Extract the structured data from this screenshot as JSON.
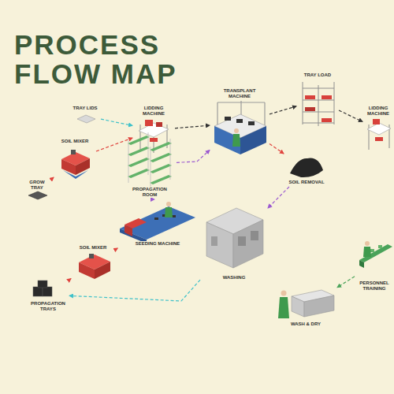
{
  "diagram": {
    "title": "PROCESS FLOW MAP",
    "nodes": [
      {
        "text": [
          "TRAY LIDS"
        ]
      },
      {
        "text": [
          "LIDDING MACHINE"
        ]
      },
      {
        "text": [
          "TRANSPLANT MACHINE"
        ]
      },
      {
        "text": [
          "TRAY LOAD"
        ]
      },
      {
        "text": [
          "LIDDING MACHINE"
        ]
      },
      {
        "text": [
          "SOIL MIXER"
        ]
      },
      {
        "text": [
          "PROPAGATION ROOM"
        ]
      },
      {
        "text": [
          "GROW TRAY"
        ]
      },
      {
        "text": [
          "SOIL REMOVAL"
        ]
      },
      {
        "text": [
          "SOIL MIXER"
        ]
      },
      {
        "text": [
          "SEEDING MACHINE"
        ]
      },
      {
        "text": [
          "WASHING"
        ]
      },
      {
        "text": [
          "PROPAGATION TRAYS"
        ]
      },
      {
        "text": [
          "WASH & DRY"
        ]
      },
      {
        "text": [
          "PERSONNEL TRAINING"
        ]
      }
    ],
    "edges": [
      {
        "from": 0,
        "to": 1,
        "arrow": "to"
      },
      {
        "from": 1,
        "to": 2,
        "arrow": "to"
      },
      {
        "from": 2,
        "to": 3,
        "arrow": "to"
      },
      {
        "from": 3,
        "to": 4,
        "arrow": "to"
      },
      {
        "from": 7,
        "to": 5,
        "arrow": "to"
      },
      {
        "from": 5,
        "to": 1,
        "arrow": "to"
      },
      {
        "from": 12,
        "to": 9,
        "arrow": "to"
      },
      {
        "from": 9,
        "to": 10,
        "arrow": "to"
      },
      {
        "from": 10,
        "to": 6,
        "arrow": "to"
      },
      {
        "from": 6,
        "to": 2,
        "arrow": "to"
      },
      {
        "from": 2,
        "to": 8,
        "arrow": "to"
      },
      {
        "from": 8,
        "to": 11,
        "arrow": "to"
      },
      {
        "from": 11,
        "to": 12,
        "arrow": "to"
      },
      {
        "from": 14,
        "to": 13,
        "arrow": "to"
      }
    ]
  }
}
